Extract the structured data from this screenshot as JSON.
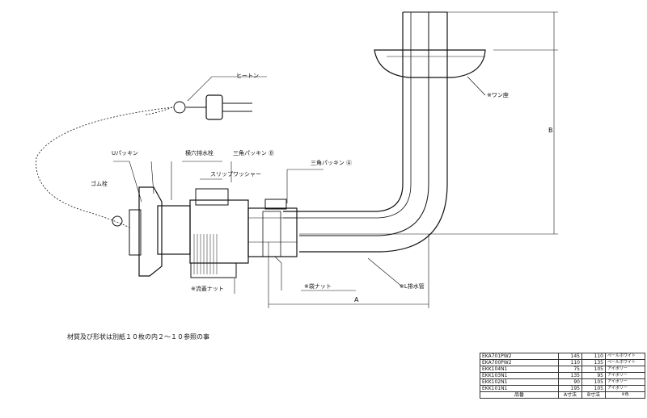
{
  "labels": {
    "hiton": "ヒートン",
    "u_packing": "Uパッキン",
    "horizontal_drain_plug": "横穴排水栓",
    "triangle_packing_b": "三角パッキン Ⓑ",
    "gom_plug": "ゴム栓",
    "slip_washer": "スリップワッシャー",
    "triangle_packing_a": "三角パッキン Ⓐ",
    "wan_seat": "※ワン座",
    "dim_b": "B",
    "dim_a": "A",
    "tub_nut": "※袋ナット",
    "l_drain_pipe": "※L排水管",
    "sink_nut": "※流蓋ナット"
  },
  "note": "材質及び形状は別紙１０枚の内２～１０参照の事",
  "table": {
    "rows": [
      {
        "code": "EKA701PW2",
        "a": "145",
        "b": "110",
        "color": "ペールホワイト"
      },
      {
        "code": "EKA700PW2",
        "a": "110",
        "b": "135",
        "color": "ペールホワイト"
      },
      {
        "code": "EKK104N1",
        "a": "75",
        "b": "105",
        "color": "アイボリー"
      },
      {
        "code": "EKK103N1",
        "a": "135",
        "b": "95",
        "color": "アイボリー"
      },
      {
        "code": "EKK102N1",
        "a": "90",
        "b": "105",
        "color": "アイボリー"
      },
      {
        "code": "EKK101N1",
        "a": "195",
        "b": "105",
        "color": "アイボリー"
      }
    ],
    "header": {
      "code": "品番",
      "a": "A寸法",
      "b": "B寸法",
      "color": "※色"
    }
  }
}
